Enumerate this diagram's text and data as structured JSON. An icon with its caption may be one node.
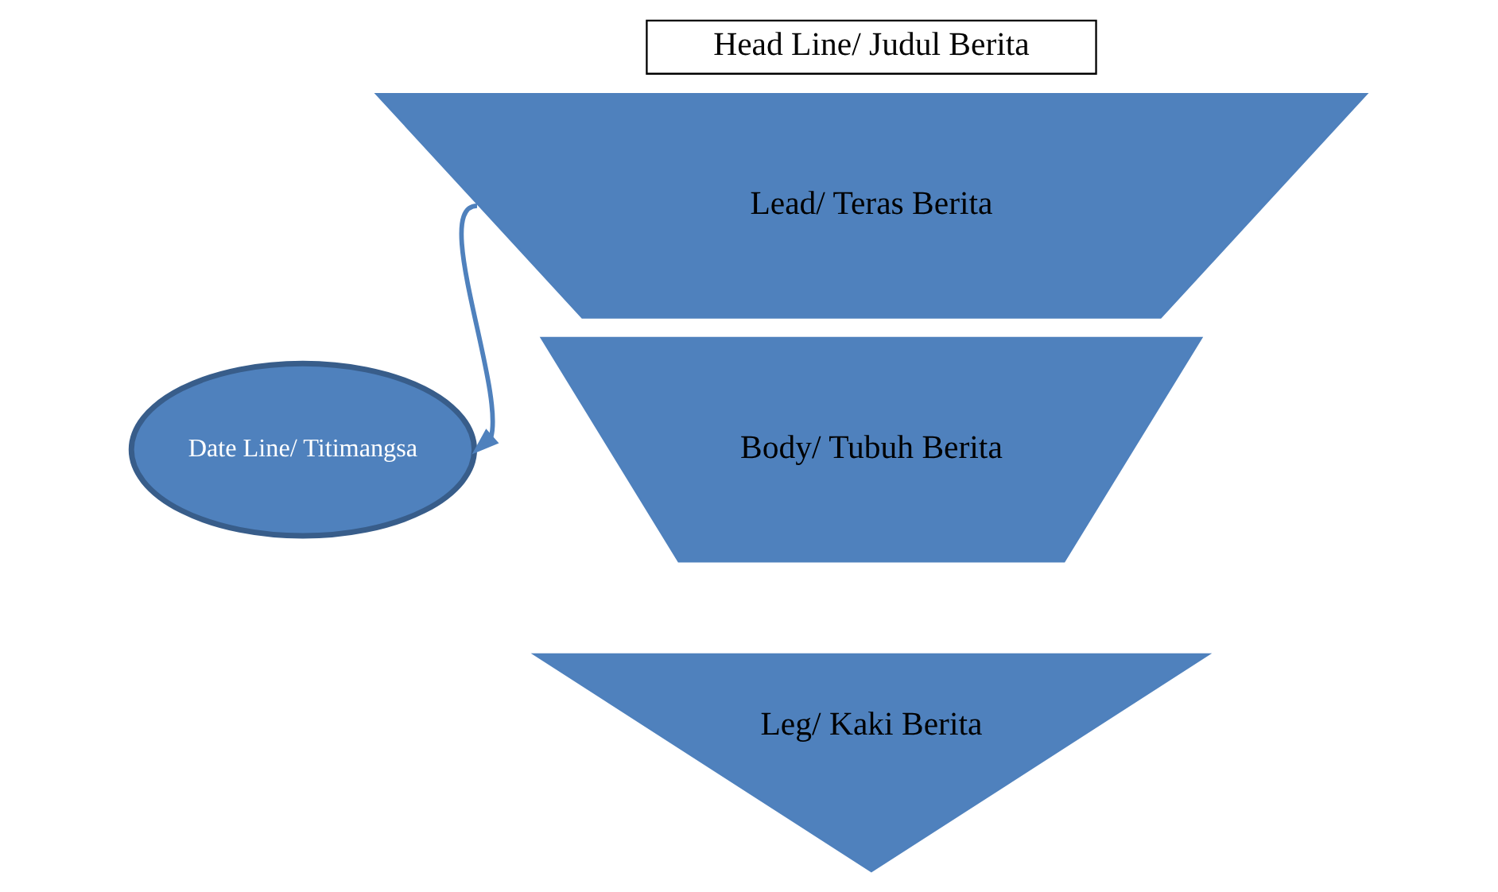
{
  "diagram": {
    "nodes": [
      {
        "text": [
          "Head Line/ Judul Berita"
        ]
      },
      {
        "text": [
          "Lead/ Teras Berita"
        ]
      },
      {
        "text": [
          "Body/ Tubuh Berita"
        ]
      },
      {
        "text": [
          "Leg/ Kaki Berita"
        ]
      },
      {
        "text": [
          "Date Line/ Titimangsa"
        ]
      }
    ],
    "edges": [
      {
        "from": 1,
        "to": 4,
        "arrow": "to"
      }
    ]
  }
}
